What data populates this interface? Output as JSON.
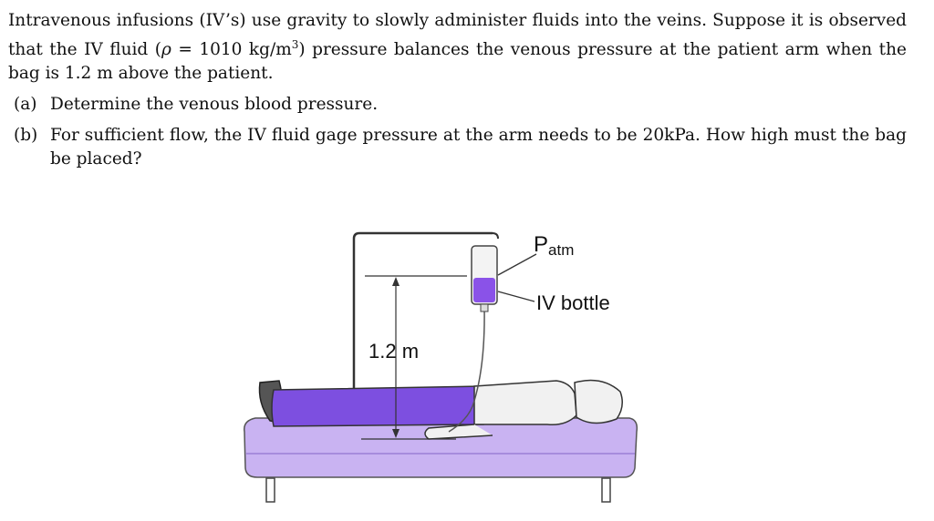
{
  "problem": {
    "statement_before_rho": "Intravenous infusions (IV’s) use gravity to slowly administer fluids into the veins. Suppose it is observed that the IV fluid (",
    "rho_symbol": "ρ",
    "statement_rho_eq": " = 1010 kg/m",
    "statement_exp": "3",
    "statement_after": ") pressure balances the venous pressure at the patient arm when the bag is 1.2 m above the patient.",
    "parts": [
      {
        "label": "(a)",
        "text": "Determine the venous blood pressure."
      },
      {
        "label": "(b)",
        "text": "For sufficient flow, the IV fluid gage pressure at the arm needs to be 20kPa. How high must the bag be placed?"
      }
    ]
  },
  "figure": {
    "patm_main": "P",
    "patm_sub": "atm",
    "iv_label": "IV bottle",
    "height_label": "1.2 m",
    "colors": {
      "sheet": "#c9b3f2",
      "pants": "#7d4fe0",
      "fluid": "#8a52e8",
      "skin": "#f1f1f1",
      "outline": "#333333"
    }
  }
}
